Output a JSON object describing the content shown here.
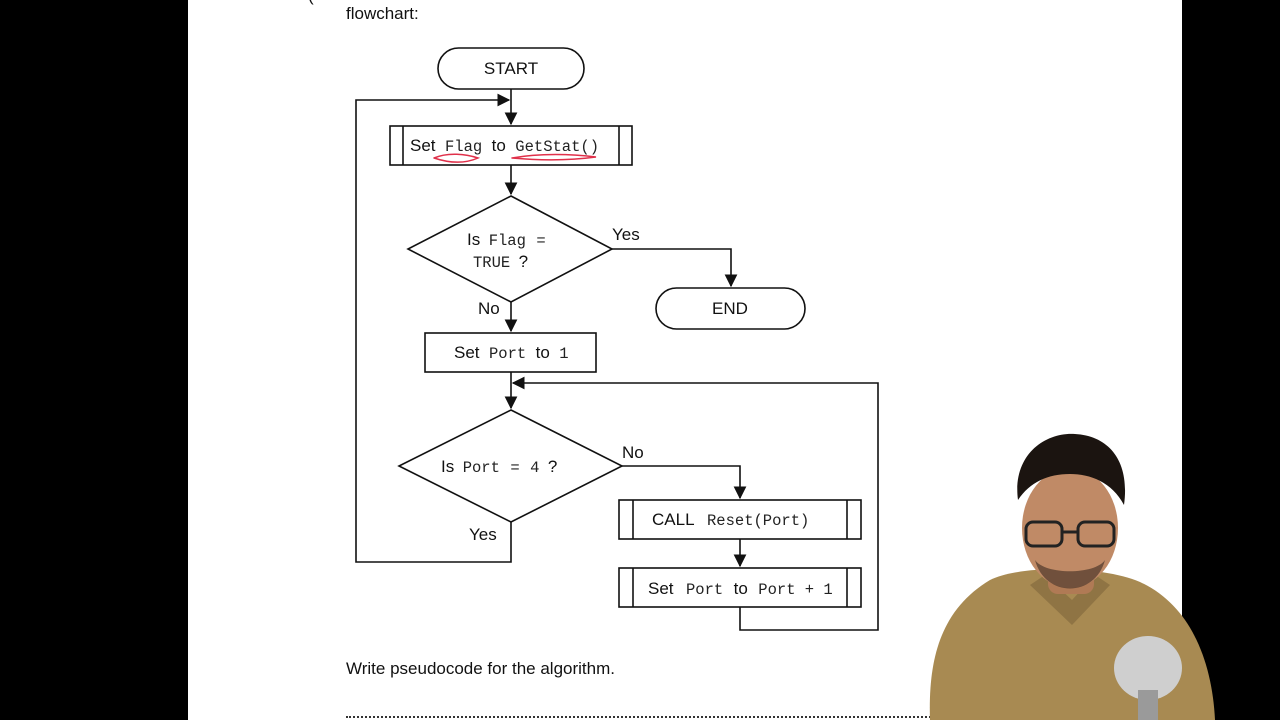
{
  "question": {
    "intro_text": "flowchart:",
    "prompt": "Write pseudocode for the algorithm."
  },
  "flowchart": {
    "start": "START",
    "end": "END",
    "set_flag": {
      "pre": "Set",
      "var": "Flag",
      "mid": "to",
      "call": "GetStat()"
    },
    "decision_flag": {
      "is": "Is",
      "var": "Flag",
      "op": "=",
      "value": "TRUE",
      "q": "?"
    },
    "set_port": {
      "pre": "Set",
      "var": "Port",
      "mid": "to",
      "value": "1"
    },
    "decision_port": {
      "is": "Is",
      "var": "Port",
      "op": "=",
      "value": "4",
      "q": "?"
    },
    "call_reset": {
      "pre": "CALL",
      "call": "Reset(Port)"
    },
    "increment": {
      "pre": "Set",
      "var": "Port",
      "mid": "to",
      "expr": "Port + 1"
    },
    "labels": {
      "yes1": "Yes",
      "no1": "No",
      "no2": "No",
      "yes2": "Yes"
    }
  },
  "colors": {
    "page": "#ffffff",
    "background": "#000000",
    "annotation": "#e0304a"
  }
}
